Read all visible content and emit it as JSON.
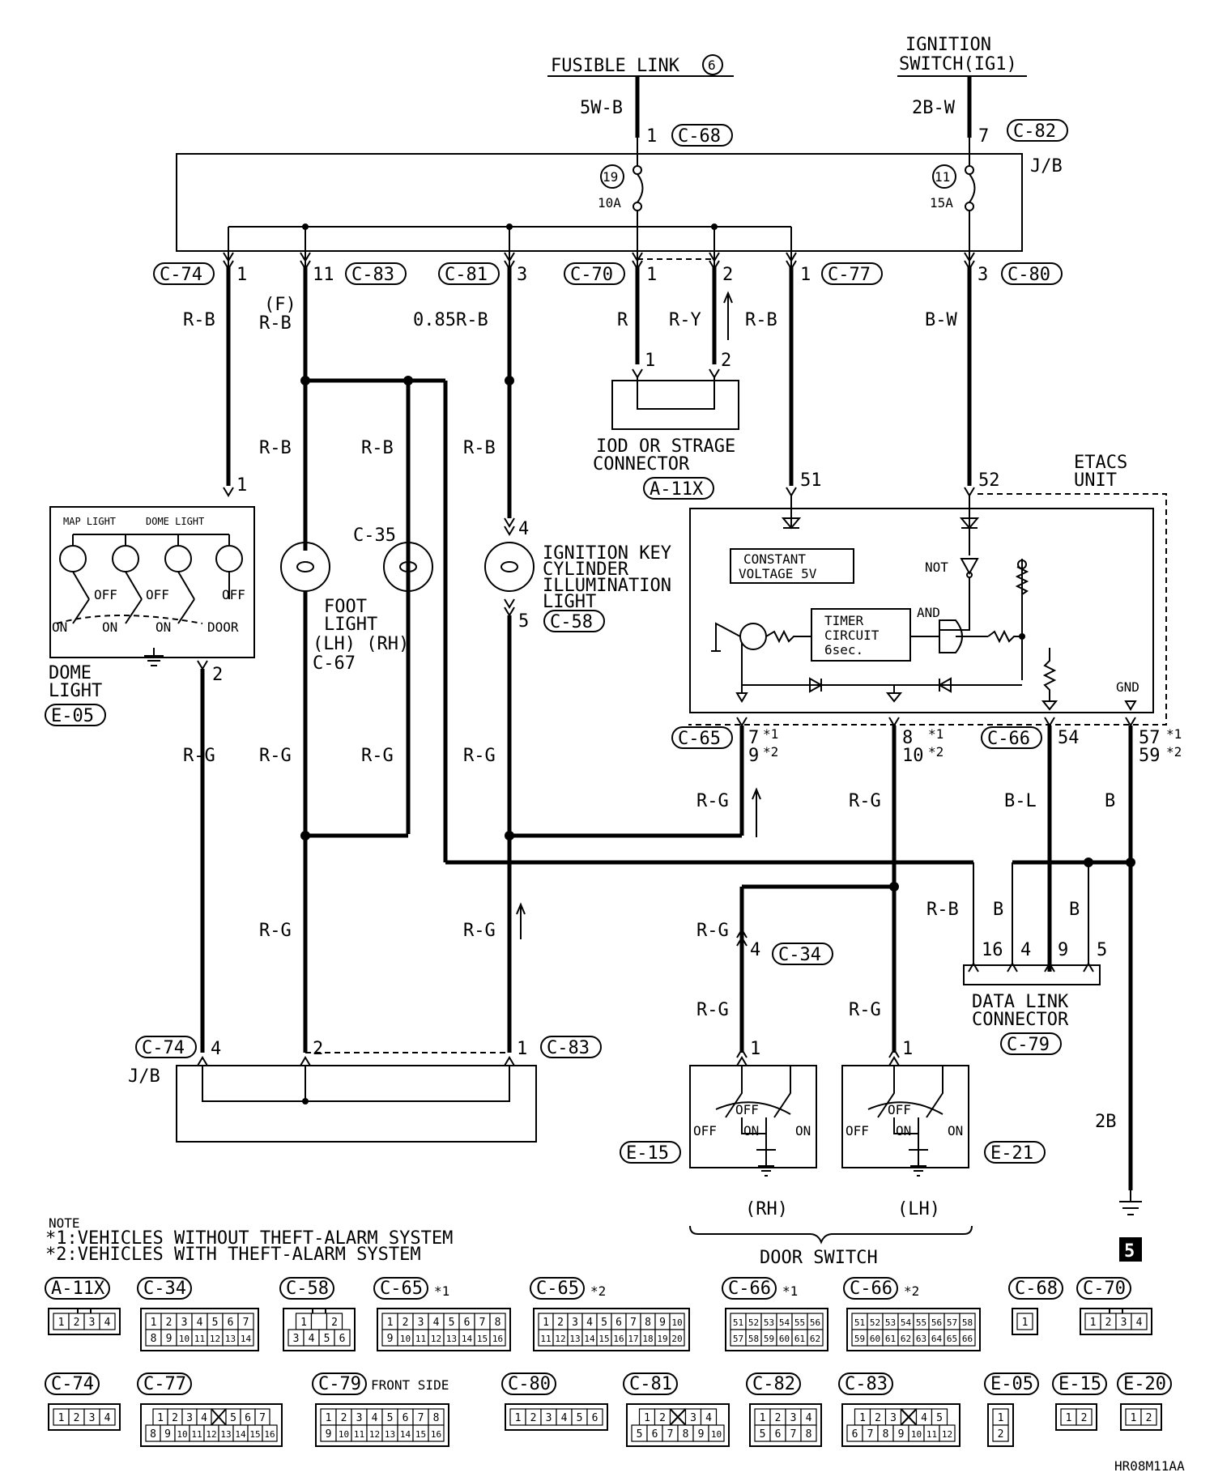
{
  "sources": {
    "fusible_link": "FUSIBLE LINK",
    "fusible_link_no": "6",
    "ignition_1": "IGNITION",
    "ignition_2": "SWITCH(IG1)"
  },
  "jb_label": "J/B",
  "fuses": [
    {
      "no": "19",
      "rating": "10A"
    },
    {
      "no": "11",
      "rating": "15A"
    }
  ],
  "wires": {
    "w_5wb": "5W-B",
    "w_2bw": "2B-W",
    "w_rb1": "R-B",
    "w_f": "(F)",
    "w_rb2": "R-B",
    "w_085rb": "0.85R-B",
    "w_r": "R",
    "w_ry": "R-Y",
    "w_rb3": "R-B",
    "w_bw": "B-W",
    "w_rb4": "R-B",
    "w_rb5": "R-B",
    "w_rb6": "R-B",
    "w_rg1": "R-G",
    "w_rg2": "R-G",
    "w_rg3": "R-G",
    "w_rg4": "R-G",
    "w_rg5": "R-G",
    "w_rg6": "R-G",
    "w_rg7": "R-G",
    "w_rg8": "R-G",
    "w_rg9": "R-G",
    "w_rg10": "R-G",
    "w_rg11": "R-G",
    "w_bl": "B-L",
    "w_b1": "B",
    "w_rb7": "R-B",
    "w_b2": "B",
    "w_b3": "B",
    "w_2b": "2B"
  },
  "pins": {
    "p1a": "1",
    "p7": "7",
    "p1b": "1",
    "p11": "11",
    "p3a": "3",
    "p1c": "1",
    "p2a": "2",
    "p1d": "1",
    "p3b": "3",
    "p1e": "1",
    "p2b": "2",
    "p1f": "1",
    "p2c": "2",
    "p4a": "4",
    "p5a": "5",
    "p51": "51",
    "p52": "52",
    "p7s1": "7",
    "p9s2": "9",
    "p8s1": "8",
    "p10s2": "10",
    "p54": "54",
    "p57s1": "57",
    "p59s2": "59",
    "p4b": "4",
    "p1g": "1",
    "p1h": "1",
    "p4c": "4",
    "p2d": "2",
    "p1i": "1",
    "p16": "16",
    "p4d": "4",
    "p9": "9",
    "p5b": "5",
    "star1": "*1",
    "star2": "*2"
  },
  "connectors": {
    "c68": "C-68",
    "c82": "C-82",
    "c74": "C-74",
    "c83": "C-83",
    "c81": "C-81",
    "c70": "C-70",
    "c77": "C-77",
    "c80": "C-80",
    "a11x": "A-11X",
    "c58": "C-58",
    "e05": "E-05",
    "c65": "C-65",
    "c66": "C-66",
    "c34": "C-34",
    "c79": "C-79",
    "e15": "E-15",
    "e21": "E-21",
    "c35": "C-35",
    "c67": "C-67"
  },
  "components": {
    "iod_1": "IOD OR STRAGE",
    "iod_2": "CONNECTOR",
    "dome_1": "DOME",
    "dome_2": "LIGHT",
    "map_light": "MAP LIGHT",
    "dome_light": "DOME LIGHT",
    "off": "OFF",
    "on": "ON",
    "door": "DOOR",
    "foot_1": "FOOT",
    "foot_2": "LIGHT",
    "foot_3": "(LH) (RH)",
    "ign_1": "IGNITION KEY",
    "ign_2": "CYLINDER",
    "ign_3": "ILLUMINATION",
    "ign_4": "LIGHT",
    "etacs_1": "ETACS",
    "etacs_2": "UNIT",
    "cv_1": "CONSTANT",
    "cv_2": "VOLTAGE 5V",
    "not": "NOT",
    "and": "AND",
    "timer_1": "TIMER",
    "timer_2": "CIRCUIT",
    "timer_3": "6sec.",
    "gnd": "GND",
    "dlc_1": "DATA LINK",
    "dlc_2": "CONNECTOR",
    "rh": "(RH)",
    "lh": "(LH)",
    "door_switch": "DOOR SWITCH",
    "sheet": "5"
  },
  "notes": {
    "title": "NOTE",
    "n1": "*1:VEHICLES WITHOUT THEFT-ALARM SYSTEM",
    "n2": "*2:VEHICLES WITH THEFT-ALARM SYSTEM"
  },
  "legend": {
    "row1": [
      {
        "id": "A-11X",
        "star": "",
        "rows": [
          [
            "1",
            "2",
            "3",
            "4"
          ]
        ],
        "notch": true
      },
      {
        "id": "C-34",
        "star": "",
        "rows": [
          [
            "1",
            "2",
            "3",
            "4",
            "5",
            "6",
            "7"
          ],
          [
            "8",
            "9",
            "10",
            "11",
            "12",
            "13",
            "14"
          ]
        ]
      },
      {
        "id": "C-58",
        "star": "",
        "rows": [
          [
            "1",
            "",
            "2"
          ],
          [
            "3",
            "4",
            "5",
            "6"
          ]
        ],
        "notch": true
      },
      {
        "id": "C-65",
        "star": "*1",
        "rows": [
          [
            "1",
            "2",
            "3",
            "4",
            "5",
            "6",
            "7",
            "8"
          ],
          [
            "9",
            "10",
            "11",
            "12",
            "13",
            "14",
            "15",
            "16"
          ]
        ]
      },
      {
        "id": "C-65",
        "star": "*2",
        "rows": [
          [
            "1",
            "2",
            "3",
            "4",
            "5",
            "6",
            "7",
            "8",
            "9",
            "10"
          ],
          [
            "11",
            "12",
            "13",
            "14",
            "15",
            "16",
            "17",
            "18",
            "19",
            "20"
          ]
        ]
      },
      {
        "id": "C-66",
        "star": "*1",
        "rows": [
          [
            "51",
            "52",
            "53",
            "54",
            "55",
            "56"
          ],
          [
            "57",
            "58",
            "59",
            "60",
            "61",
            "62"
          ]
        ]
      },
      {
        "id": "C-66",
        "star": "*2",
        "rows": [
          [
            "51",
            "52",
            "53",
            "54",
            "55",
            "56",
            "57",
            "58"
          ],
          [
            "59",
            "60",
            "61",
            "62",
            "63",
            "64",
            "65",
            "66"
          ]
        ]
      },
      {
        "id": "C-68",
        "star": "",
        "rows": [
          [
            "1"
          ]
        ]
      },
      {
        "id": "C-70",
        "star": "",
        "rows": [
          [
            "1",
            "2",
            "3",
            "4"
          ]
        ],
        "notch": true
      }
    ],
    "row2": [
      {
        "id": "C-74",
        "star": "",
        "rows": [
          [
            "1",
            "2",
            "3",
            "4"
          ]
        ]
      },
      {
        "id": "C-77",
        "star": "",
        "rows": [
          [
            "1",
            "2",
            "3",
            "4",
            "X",
            "5",
            "6",
            "7"
          ],
          [
            "8",
            "9",
            "10",
            "11",
            "12",
            "13",
            "14",
            "15",
            "16"
          ]
        ]
      },
      {
        "id": "C-79",
        "star": "",
        "rows": [
          [
            "1",
            "2",
            "3",
            "4",
            "5",
            "6",
            "7",
            "8"
          ],
          [
            "9",
            "10",
            "11",
            "12",
            "13",
            "14",
            "15",
            "16"
          ]
        ]
      },
      {
        "id": "C-80",
        "star": "",
        "rows": [
          [
            "1",
            "2",
            "3",
            "4",
            "5",
            "6"
          ]
        ]
      },
      {
        "id": "C-81",
        "star": "",
        "rows": [
          [
            "1",
            "2",
            "X",
            "3",
            "4"
          ],
          [
            "5",
            "6",
            "7",
            "8",
            "9",
            "10"
          ]
        ]
      },
      {
        "id": "C-82",
        "star": "",
        "rows": [
          [
            "1",
            "2",
            "3",
            "4"
          ],
          [
            "5",
            "6",
            "7",
            "8"
          ]
        ]
      },
      {
        "id": "C-83",
        "star": "",
        "rows": [
          [
            "1",
            "2",
            "3",
            "X",
            "4",
            "5"
          ],
          [
            "6",
            "7",
            "8",
            "9",
            "10",
            "11",
            "12"
          ]
        ]
      },
      {
        "id": "E-05",
        "star": "",
        "rows": [
          [
            "1"
          ],
          [
            "2"
          ]
        ]
      },
      {
        "id": "E-15",
        "star": "",
        "rows": [
          [
            "1",
            "2"
          ]
        ]
      },
      {
        "id": "E-20",
        "star": "",
        "rows": [
          [
            "1",
            "2"
          ]
        ]
      }
    ],
    "front_side": "FRONT SIDE"
  },
  "code": "HR08M11AA"
}
